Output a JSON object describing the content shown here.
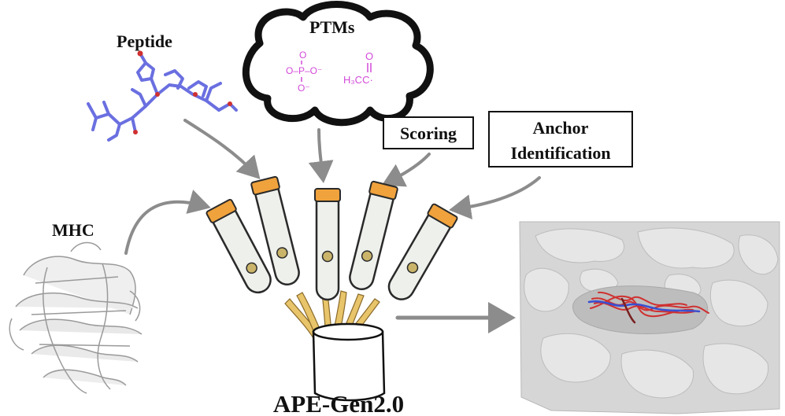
{
  "labels": {
    "peptide": "Peptide",
    "ptms": "PTMs",
    "scoring": "Scoring",
    "anchor_line1": "Anchor",
    "anchor_line2": "Identification",
    "mhc": "MHC",
    "title": "APE-Gen2.0"
  },
  "chemistry": {
    "phosphate_o_top": "O",
    "phosphate_row": "O–P–O⁻",
    "phosphate_o_bottom": "O⁻",
    "acetyl_o": "O",
    "acetyl_formula": "H₃CC·"
  },
  "colors": {
    "cap": "#f0a23c",
    "tube_fill": "#eef0ec",
    "stroke": "#2a2a2a",
    "arrow": "#8c8c8c",
    "bead": "#c9b46a",
    "peptide": "#6a6fe0",
    "ptm_text": "#d24ad9",
    "surface": "#d6d6d6",
    "pose_red": "#d03030",
    "pose_blue": "#3a4fd0"
  }
}
